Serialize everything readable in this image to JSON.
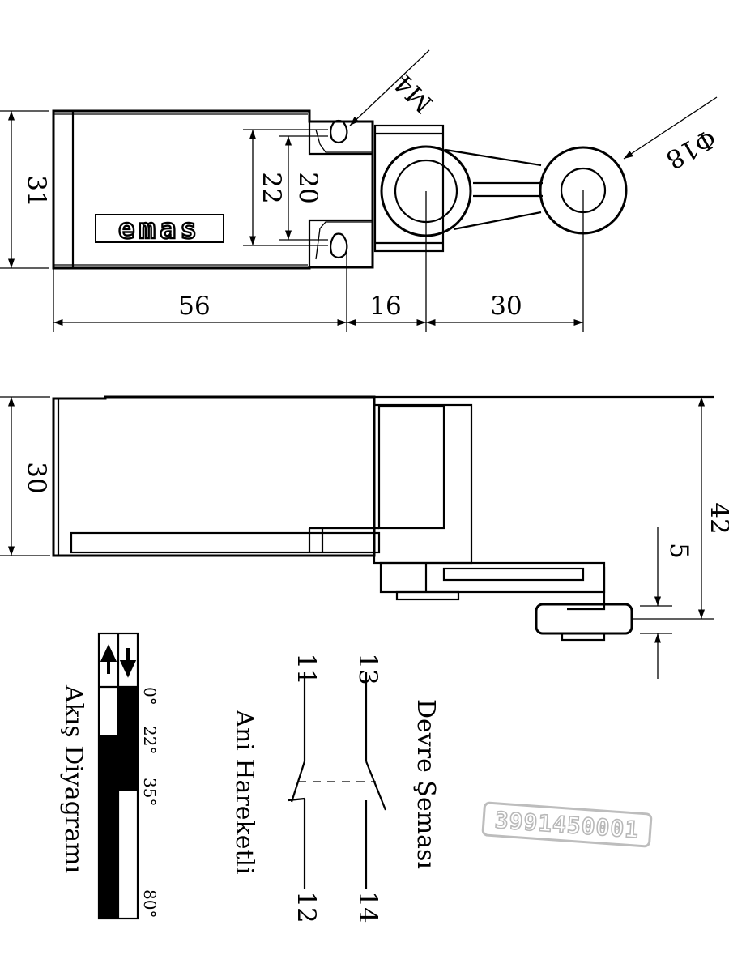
{
  "top_view": {
    "dim_height": "31",
    "dim_22": "22",
    "dim_20": "20",
    "dim_56": "56",
    "dim_16": "16",
    "dim_30": "30",
    "thread": "M4",
    "roller_dia": "Φ18",
    "brand": "emas"
  },
  "side_view": {
    "dim_height": "30",
    "dim_42": "42",
    "dim_5": "5"
  },
  "flow_diagram": {
    "title": "Akış Diyagramı",
    "angles": [
      "0°",
      "22°",
      "35°",
      "80°"
    ]
  },
  "circuit": {
    "title": "Devre Şeması",
    "subtitle": "Ani Hareketli",
    "terminals": [
      "11",
      "12",
      "13",
      "14"
    ]
  },
  "watermark": "3991450001"
}
